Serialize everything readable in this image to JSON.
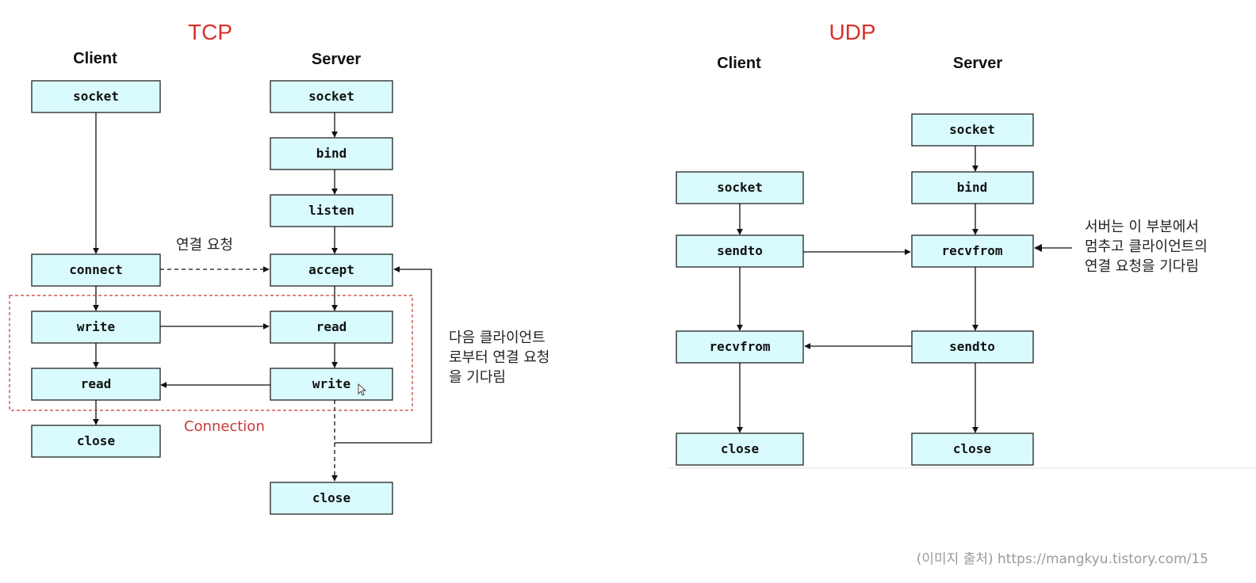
{
  "colors": {
    "title": "#d9302a",
    "connection": "#c8393a",
    "box_fill": "#d9fbfd",
    "source": "#9a9a9a"
  },
  "tcp": {
    "title": "TCP",
    "client_header": "Client",
    "server_header": "Server",
    "client_boxes": [
      "socket",
      "connect",
      "write",
      "read",
      "close"
    ],
    "server_boxes": [
      "socket",
      "bind",
      "listen",
      "accept",
      "read",
      "write",
      "close"
    ],
    "connect_request_label": "연결 요청",
    "connection_label": "Connection",
    "wait_note": [
      "다음 클라이언트",
      "로부터 연결 요청",
      "을 기다림"
    ]
  },
  "udp": {
    "title": "UDP",
    "client_header": "Client",
    "server_header": "Server",
    "client_boxes": [
      "socket",
      "sendto",
      "recvfrom",
      "close"
    ],
    "server_boxes": [
      "socket",
      "bind",
      "recvfrom",
      "sendto",
      "close"
    ],
    "wait_note": [
      "서버는 이 부분에서",
      "멈추고 클라이언트의",
      "연결 요청을 기다림"
    ]
  },
  "source_credit": "(이미지 출처)  https://mangkyu.tistory.com/15"
}
